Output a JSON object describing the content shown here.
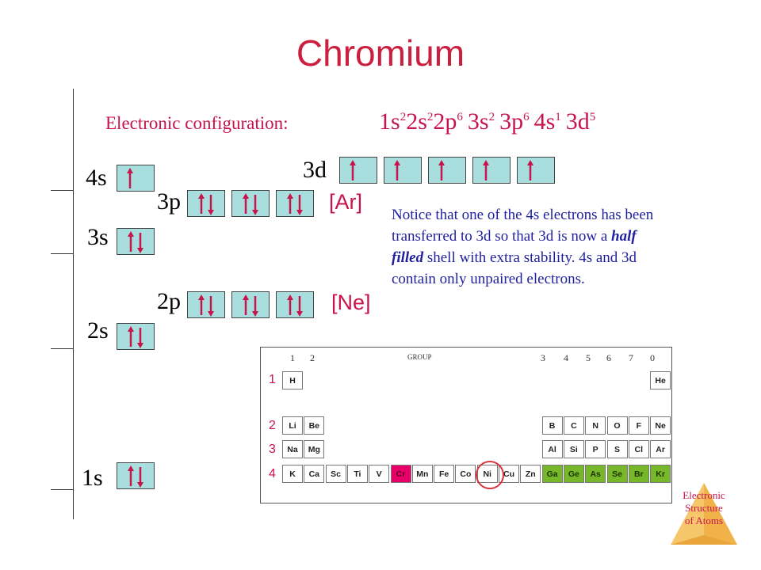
{
  "title": "Chromium",
  "config": {
    "label": "Electronic configuration:",
    "terms": [
      {
        "base": "1s",
        "sup": "2"
      },
      {
        "base": "2s",
        "sup": "2"
      },
      {
        "base": "2p",
        "sup": "6"
      },
      {
        "base": "3s",
        "sup": "2"
      },
      {
        "base": "3p",
        "sup": "6"
      },
      {
        "base": "4s",
        "sup": "1"
      },
      {
        "base": "3d",
        "sup": "5"
      }
    ]
  },
  "levels": {
    "s4": "4s",
    "d3": "3d",
    "p3": "3p",
    "s3": "3s",
    "p2": "2p",
    "s2": "2s",
    "s1": "1s"
  },
  "core_tags": {
    "ar": "[Ar]",
    "ne": "[Ne]"
  },
  "notice": {
    "part1": "Notice that one of the 4s electrons has been transferred to 3d so that 3d is now a ",
    "emph": "half filled",
    "part2": " shell with extra stability.   4s and 3d contain only unpaired electrons."
  },
  "periodic_table": {
    "group_numbers_left": [
      "1",
      "2"
    ],
    "group_label": "GROUP",
    "group_numbers_right": [
      "3",
      "4",
      "5",
      "6",
      "7",
      "0"
    ],
    "period_numbers": [
      "1",
      "2",
      "3",
      "4"
    ],
    "row1": [
      "H",
      "He"
    ],
    "row2": [
      "Li",
      "Be",
      "B",
      "C",
      "N",
      "O",
      "F",
      "Ne"
    ],
    "row3": [
      "Na",
      "Mg",
      "Al",
      "Si",
      "P",
      "S",
      "Cl",
      "Ar"
    ],
    "row4": [
      "K",
      "Ca",
      "Sc",
      "Ti",
      "V",
      "Cr",
      "Mn",
      "Fe",
      "Co",
      "Ni",
      "Cu",
      "Zn",
      "Ga",
      "Ge",
      "As",
      "Se",
      "Br",
      "Kr"
    ],
    "highlighted": "Cr",
    "circled": "Ni"
  },
  "colors": {
    "accent": "#c8144c",
    "orbital": "#a8dede",
    "p_block": "#76b82a",
    "highlight": "#e8006a",
    "notice_text": "#1f1fa0"
  },
  "logo": {
    "line1": "Electronic",
    "line2": "Structure",
    "line3": "of Atoms"
  }
}
